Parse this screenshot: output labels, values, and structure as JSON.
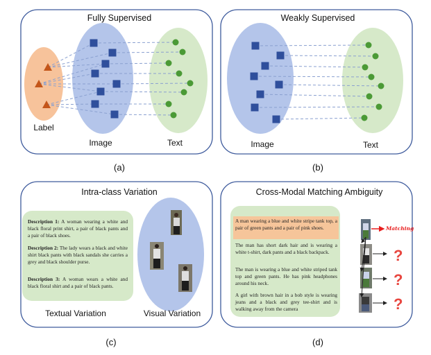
{
  "panels": {
    "a": {
      "title": "Fully Supervised",
      "label_caption": "Label",
      "image_caption": "Image",
      "text_caption": "Text",
      "letter": "(a)"
    },
    "b": {
      "title": "Weakly Supervised",
      "image_caption": "Image",
      "text_caption": "Text",
      "letter": "(b)"
    },
    "c": {
      "title": "Intra-class Variation",
      "descriptions": [
        {
          "head": "Description 1:",
          "body": " A woman wearing a white and black floral print shirt, a pair of black pants and a pair of black shoes."
        },
        {
          "head": "Description 2:",
          "body": " The lady wears a black and white shirt black pants with black sandals she carries a grey and black shoulder purse."
        },
        {
          "head": "Description 3:",
          "body": " A woman wears a white and black floral shirt and a pair of black pants."
        }
      ],
      "textual_caption": "Textual Variation",
      "visual_caption": "Visual Variation",
      "letter": "(c)"
    },
    "d": {
      "title": "Cross-Modal Matching Ambiguity",
      "texts": [
        "A man wearing a blue and white stripe tank top, a pair of green pants and a pair of pink shoes.",
        "The man has short dark hair and is wearing a white t-shirt, dark pants and a black backpack.",
        "The man is wearing a blue and white striped tank top and green pants. He has pink headphones around his neck.",
        "A girl with brown hair in a bob style is wearing jeans and a black and grey tee-shirt and is walking away from the camera"
      ],
      "matching_label": "Matching",
      "question_mark": "?",
      "letter": "(d)"
    }
  },
  "colors": {
    "label_ellipse": "#f7c39b",
    "image_ellipse": "#b4c5ea",
    "text_ellipse": "#d6e9c9",
    "square": "#2f4f9c",
    "dot": "#4b9a36",
    "triangle": "#c4561a",
    "panel_border": "#3d5a9c",
    "highlight": "#f6c59a",
    "arrow": "#e81e1e",
    "matching": "#e81e1e"
  }
}
